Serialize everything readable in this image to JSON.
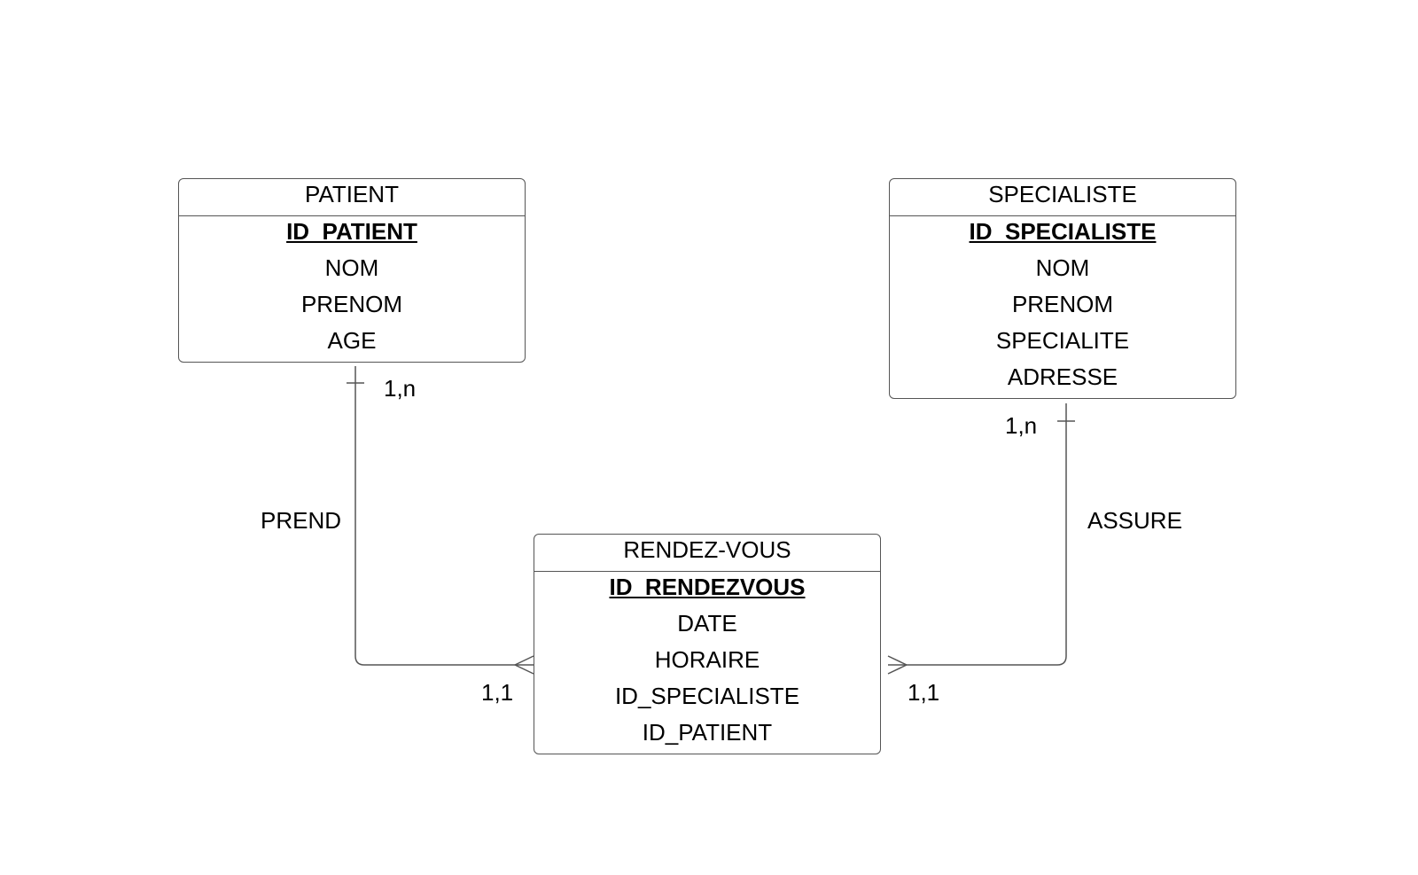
{
  "entities": [
    {
      "name": "PATIENT",
      "key": "ID_PATIENT ",
      "attributes": [
        "NOM",
        "PRENOM",
        "AGE"
      ]
    },
    {
      "name": "SPECIALISTE",
      "key": "ID_SPECIALISTE",
      "attributes": [
        "NOM",
        "PRENOM",
        "SPECIALITE",
        "ADRESSE"
      ]
    },
    {
      "name": "RENDEZ-VOUS",
      "key": "ID_RENDEZVOUS",
      "attributes": [
        "DATE",
        "HORAIRE",
        "ID_SPECIALISTE",
        "ID_PATIENT"
      ]
    }
  ],
  "relationships": [
    {
      "name": "PREND",
      "from": "PATIENT",
      "to": "RENDEZ-VOUS",
      "from_cardinality": "1,n",
      "to_cardinality": "1,1"
    },
    {
      "name": "ASSURE",
      "from": "SPECIALISTE",
      "to": "RENDEZ-VOUS",
      "from_cardinality": "1,n",
      "to_cardinality": "1,1"
    }
  ]
}
